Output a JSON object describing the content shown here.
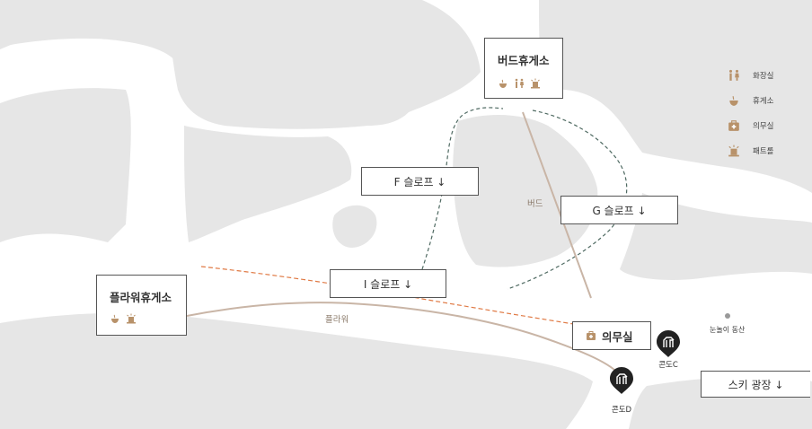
{
  "facilities": [
    {
      "name": "버드휴게소",
      "icons": [
        "cafe-icon",
        "restroom-icon",
        "patrol-icon"
      ]
    },
    {
      "name": "플라워휴게소",
      "icons": [
        "cafe-icon",
        "patrol-icon"
      ]
    }
  ],
  "slopes": {
    "f": "F 슬로프 ↓",
    "g": "G 슬로프 ↓",
    "i": "I 슬로프 ↓"
  },
  "paths": {
    "bird": "버드",
    "flower": "플라워"
  },
  "medical": "의무실",
  "condos": {
    "c": "콘도C",
    "d": "콘도D"
  },
  "snow_hill": "눈놀이 동산",
  "ski_plaza": "스키 광장 ↓",
  "legend": [
    {
      "icon": "restroom-icon",
      "label": "화장실"
    },
    {
      "icon": "cafe-icon",
      "label": "휴게소"
    },
    {
      "icon": "medical-icon",
      "label": "의무실"
    },
    {
      "icon": "patrol-icon",
      "label": "패트롤"
    }
  ],
  "colors": {
    "terrain": "#e6e6e6",
    "accent": "#b8926a",
    "orange_route": "#e07a45",
    "green_route": "#4f6a62",
    "path_line": "#c9b5a6",
    "dark_pin": "#222222"
  }
}
